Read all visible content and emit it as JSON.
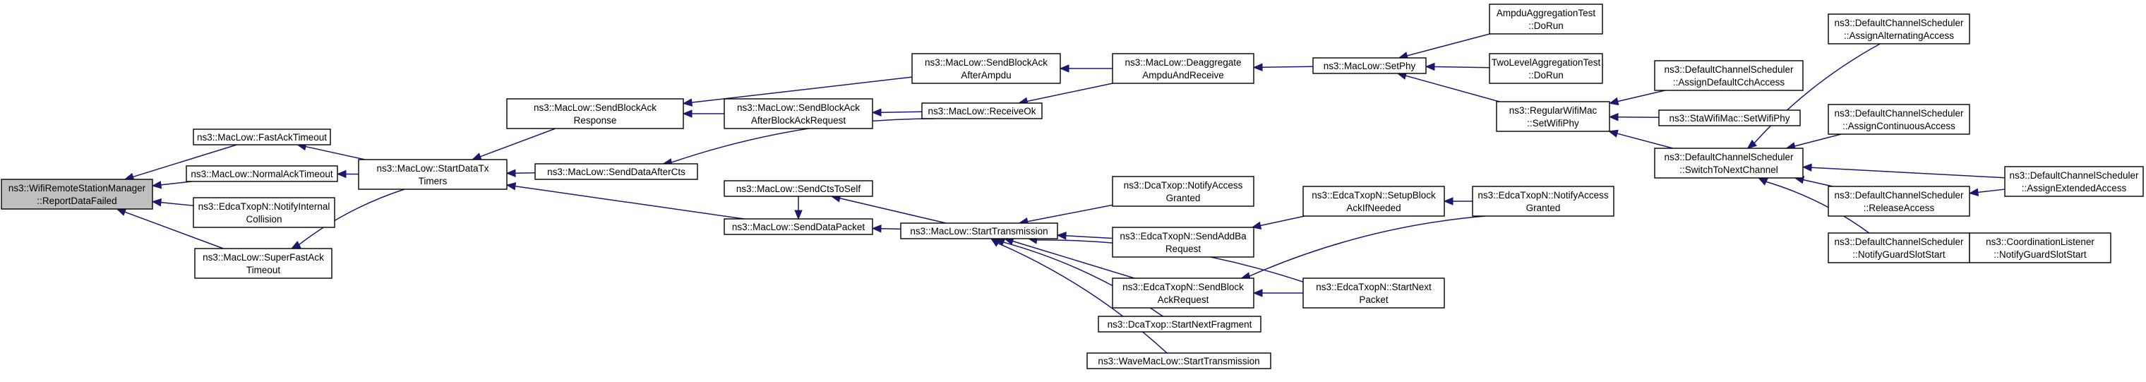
{
  "graph": {
    "root": "n0",
    "nodes": [
      {
        "id": "n0",
        "lines": [
          "ns3::WifiRemoteStationManager",
          "::ReportDataFailed"
        ]
      },
      {
        "id": "n1",
        "lines": [
          "ns3::MacLow::FastAckTimeout"
        ]
      },
      {
        "id": "n2",
        "lines": [
          "ns3::MacLow::NormalAckTimeout"
        ]
      },
      {
        "id": "n3",
        "lines": [
          "ns3::EdcaTxopN::NotifyInternal",
          "Collision"
        ]
      },
      {
        "id": "n4",
        "lines": [
          "ns3::MacLow::SuperFastAck",
          "Timeout"
        ]
      },
      {
        "id": "n5",
        "lines": [
          "ns3::MacLow::StartDataTx",
          "Timers"
        ]
      },
      {
        "id": "n6",
        "lines": [
          "ns3::MacLow::SendBlockAck",
          "Response"
        ]
      },
      {
        "id": "n7",
        "lines": [
          "ns3::MacLow::SendDataAfterCts"
        ]
      },
      {
        "id": "n8",
        "lines": [
          "ns3::MacLow::SendDataPacket"
        ]
      },
      {
        "id": "n9",
        "lines": [
          "ns3::MacLow::SendBlockAck",
          "AfterAmpdu"
        ]
      },
      {
        "id": "n10",
        "lines": [
          "ns3::MacLow::SendBlockAck",
          "AfterBlockAckRequest"
        ]
      },
      {
        "id": "n11",
        "lines": [
          "ns3::MacLow::SendCtsToSelf"
        ]
      },
      {
        "id": "n12",
        "lines": [
          "ns3::MacLow::StartTransmission"
        ]
      },
      {
        "id": "n13",
        "lines": [
          "ns3::MacLow::ReceiveOk"
        ]
      },
      {
        "id": "n14",
        "lines": [
          "ns3::MacLow::Deaggregate",
          "AmpduAndReceive"
        ]
      },
      {
        "id": "n15",
        "lines": [
          "ns3::DcaTxop::NotifyAccess",
          "Granted"
        ]
      },
      {
        "id": "n16",
        "lines": [
          "ns3::EdcaTxopN::SendAddBa",
          "Request"
        ]
      },
      {
        "id": "n17",
        "lines": [
          "ns3::EdcaTxopN::SendBlock",
          "AckRequest"
        ]
      },
      {
        "id": "n18",
        "lines": [
          "ns3::DcaTxop::StartNextFragment"
        ]
      },
      {
        "id": "n19",
        "lines": [
          "ns3::WaveMacLow::StartTransmission"
        ]
      },
      {
        "id": "n20",
        "lines": [
          "ns3::MacLow::SetPhy"
        ]
      },
      {
        "id": "n21",
        "lines": [
          "ns3::EdcaTxopN::SetupBlock",
          "AckIfNeeded"
        ]
      },
      {
        "id": "n22",
        "lines": [
          "ns3::EdcaTxopN::StartNext",
          "Packet"
        ]
      },
      {
        "id": "n23",
        "lines": [
          "AmpduAggregationTest",
          "::DoRun"
        ]
      },
      {
        "id": "n24",
        "lines": [
          "TwoLevelAggregationTest",
          "::DoRun"
        ]
      },
      {
        "id": "n25",
        "lines": [
          "ns3::RegularWifiMac",
          "::SetWifiPhy"
        ]
      },
      {
        "id": "n26",
        "lines": [
          "ns3::EdcaTxopN::NotifyAccess",
          "Granted"
        ]
      },
      {
        "id": "n27",
        "lines": [
          "ns3::DefaultChannelScheduler",
          "::AssignDefaultCchAccess"
        ]
      },
      {
        "id": "n28",
        "lines": [
          "ns3::StaWifiMac::SetWifiPhy"
        ]
      },
      {
        "id": "n29",
        "lines": [
          "ns3::DefaultChannelScheduler",
          "::SwitchToNextChannel"
        ]
      },
      {
        "id": "n30",
        "lines": [
          "ns3::DefaultChannelScheduler",
          "::AssignAlternatingAccess"
        ]
      },
      {
        "id": "n31",
        "lines": [
          "ns3::DefaultChannelScheduler",
          "::AssignContinuousAccess"
        ]
      },
      {
        "id": "n32",
        "lines": [
          "ns3::DefaultChannelScheduler",
          "::ReleaseAccess"
        ]
      },
      {
        "id": "n33",
        "lines": [
          "ns3::DefaultChannelScheduler",
          "::NotifyGuardSlotStart"
        ]
      },
      {
        "id": "n34",
        "lines": [
          "ns3::DefaultChannelScheduler",
          "::AssignExtendedAccess"
        ]
      },
      {
        "id": "n35",
        "lines": [
          "ns3::CoordinationListener",
          "::NotifyGuardSlotStart"
        ]
      }
    ],
    "edges": [
      {
        "from": "n1",
        "to": "n0"
      },
      {
        "from": "n2",
        "to": "n0"
      },
      {
        "from": "n3",
        "to": "n0"
      },
      {
        "from": "n4",
        "to": "n0"
      },
      {
        "from": "n5",
        "to": "n1"
      },
      {
        "from": "n5",
        "to": "n2"
      },
      {
        "from": "n5",
        "to": "n4"
      },
      {
        "from": "n6",
        "to": "n5"
      },
      {
        "from": "n7",
        "to": "n5"
      },
      {
        "from": "n8",
        "to": "n5"
      },
      {
        "from": "n9",
        "to": "n6"
      },
      {
        "from": "n10",
        "to": "n6"
      },
      {
        "from": "n13",
        "to": "n7"
      },
      {
        "from": "n11",
        "to": "n8"
      },
      {
        "from": "n12",
        "to": "n8"
      },
      {
        "from": "n14",
        "to": "n9"
      },
      {
        "from": "n13",
        "to": "n10"
      },
      {
        "from": "n12",
        "to": "n11"
      },
      {
        "from": "n14",
        "to": "n13"
      },
      {
        "from": "n20",
        "to": "n14"
      },
      {
        "from": "n15",
        "to": "n12"
      },
      {
        "from": "n16",
        "to": "n12"
      },
      {
        "from": "n17",
        "to": "n12"
      },
      {
        "from": "n18",
        "to": "n12"
      },
      {
        "from": "n19",
        "to": "n12"
      },
      {
        "from": "n22",
        "to": "n12"
      },
      {
        "from": "n21",
        "to": "n16"
      },
      {
        "from": "n26",
        "to": "n17"
      },
      {
        "from": "n22",
        "to": "n17"
      },
      {
        "from": "n26",
        "to": "n21"
      },
      {
        "from": "n23",
        "to": "n20"
      },
      {
        "from": "n24",
        "to": "n20"
      },
      {
        "from": "n25",
        "to": "n20"
      },
      {
        "from": "n27",
        "to": "n25"
      },
      {
        "from": "n28",
        "to": "n25"
      },
      {
        "from": "n29",
        "to": "n25"
      },
      {
        "from": "n30",
        "to": "n29"
      },
      {
        "from": "n31",
        "to": "n29"
      },
      {
        "from": "n32",
        "to": "n29"
      },
      {
        "from": "n33",
        "to": "n29"
      },
      {
        "from": "n34",
        "to": "n29"
      },
      {
        "from": "n34",
        "to": "n32"
      },
      {
        "from": "n35",
        "to": "n33"
      }
    ]
  }
}
